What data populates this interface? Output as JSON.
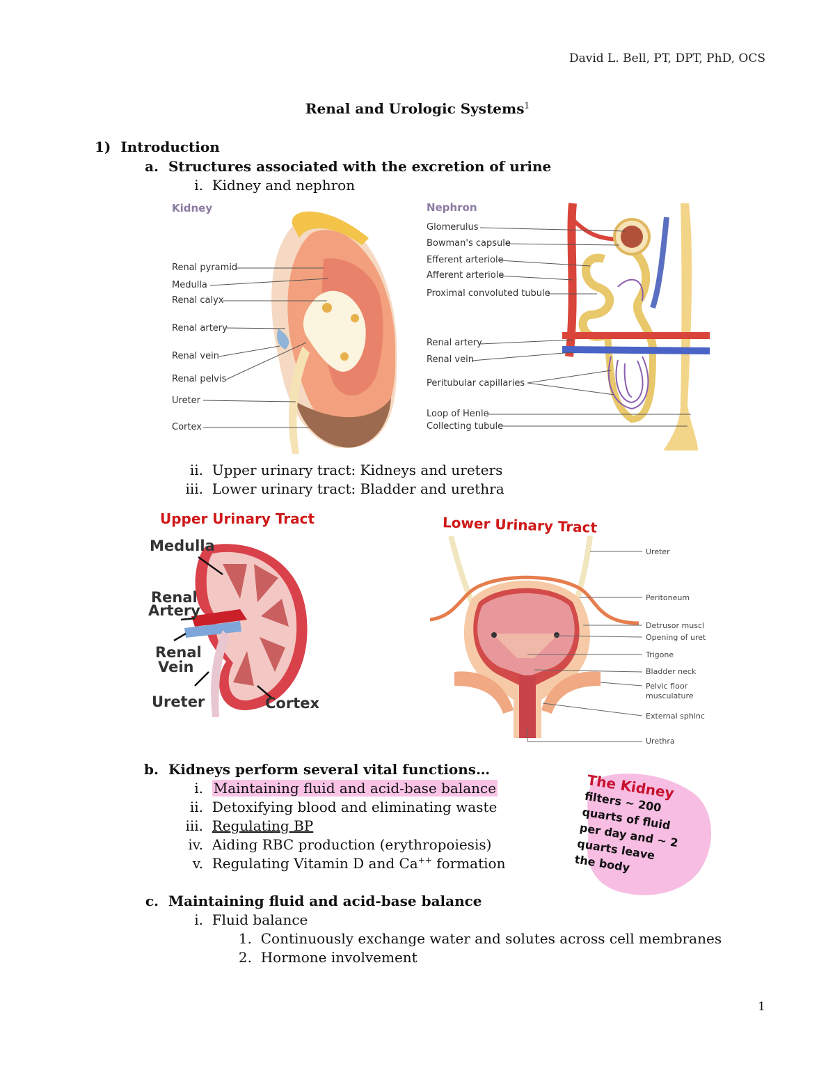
{
  "header": {
    "author": "David L. Bell, PT, DPT, PhD, OCS"
  },
  "title": {
    "text": "Renal and Urologic Systems",
    "footnote": "1"
  },
  "section1": {
    "num": "1)",
    "heading": "Introduction",
    "a": {
      "num": "a.",
      "text": "Structures associated with the excretion of urine"
    },
    "a_items": [
      {
        "num": "i.",
        "text": "Kidney and nephron"
      },
      {
        "num": "ii.",
        "text": "Upper urinary tract: Kidneys and ureters"
      },
      {
        "num": "iii.",
        "text": "Lower urinary tract: Bladder and urethra"
      }
    ],
    "b": {
      "num": "b.",
      "text": "Kidneys perform several vital functions…"
    },
    "b_items": [
      {
        "num": "i.",
        "text": "Maintaining fluid and acid-base balance"
      },
      {
        "num": "ii.",
        "text": "Detoxifying blood and eliminating waste"
      },
      {
        "num": "iii.",
        "text": "Regulating BP"
      },
      {
        "num": "iv.",
        "text": "Aiding RBC production (erythropoiesis)"
      },
      {
        "num": "v.",
        "text_pre": "Regulating Vitamin D and Ca",
        "text_sup": "++",
        "text_post": " formation"
      }
    ],
    "c": {
      "num": "c.",
      "text": "Maintaining fluid and acid-base balance"
    },
    "c_items": [
      {
        "num": "i.",
        "text": "Fluid balance"
      }
    ],
    "c_sub": [
      {
        "num": "1.",
        "text": "Continuously exchange water and solutes across cell membranes"
      },
      {
        "num": "2.",
        "text": "Hormone involvement"
      }
    ]
  },
  "kidney_fig": {
    "heading": "Kidney",
    "labels": [
      "Renal pyramid",
      "Medulla",
      "Renal calyx",
      "Renal artery",
      "Renal vein",
      "Renal pelvis",
      "Ureter",
      "Cortex"
    ]
  },
  "nephron_fig": {
    "heading": "Nephron",
    "labels": [
      "Glomerulus",
      "Bowman's capsule",
      "Efferent arteriole",
      "Afferent arteriole",
      "Proximal convoluted tubule",
      "Renal artery",
      "Renal vein",
      "Peritubular capillaries",
      "Loop of Henle",
      "Collecting tubule"
    ]
  },
  "upper_fig": {
    "heading": "Upper Urinary Tract",
    "labels": {
      "medulla": "Medulla",
      "renal_artery_1": "Renal",
      "renal_artery_2": "Artery",
      "renal_vein_1": "Renal",
      "renal_vein_2": "Vein",
      "ureter": "Ureter",
      "cortex": "Cortex"
    }
  },
  "lower_fig": {
    "heading": "Lower Urinary Tract",
    "labels": [
      "Ureter",
      "Peritoneum",
      "Detrusor muscl",
      "Opening of uret",
      "Trigone",
      "Bladder neck",
      "Pelvic floor",
      "musculature",
      "External sphinc",
      "Urethra"
    ]
  },
  "note": {
    "title": "The Kidney",
    "lines": [
      "filters ~ 200",
      "quarts of fluid",
      "per day and ~ 2",
      "quarts leave",
      "the body"
    ]
  },
  "page_number": "1"
}
